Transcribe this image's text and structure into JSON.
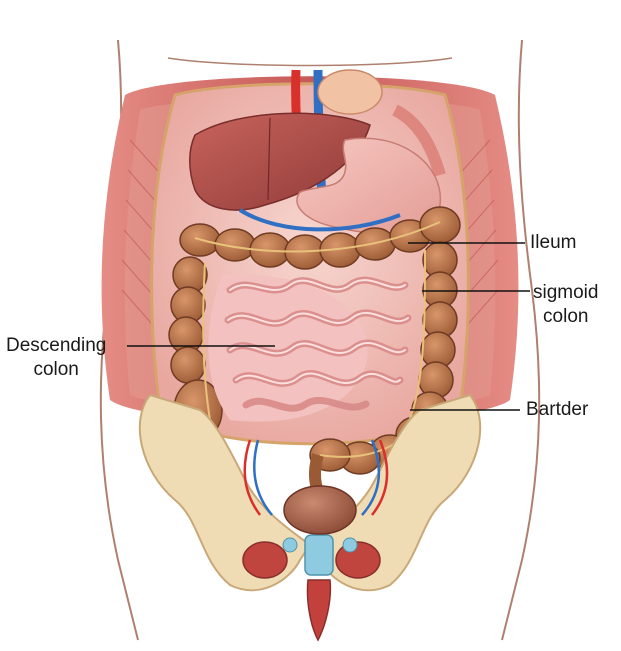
{
  "diagram": {
    "labels": {
      "ileum": {
        "lines": [
          "Ileum"
        ]
      },
      "sigmoid_colon": {
        "lines": [
          "sigmoid",
          "colon"
        ]
      },
      "descending_colon": {
        "lines": [
          "Descending",
          "colon"
        ]
      },
      "bartder": {
        "lines": [
          "Bartder"
        ]
      }
    }
  },
  "colors": {
    "muscle": "#d9706b",
    "liver": "#b5544f",
    "colon": "#b8754a",
    "small_intestine": "#f1b4b4",
    "bone": "#efdcb4",
    "artery": "#d9302b",
    "vein": "#2f6fc4",
    "bladder": "#a9614a"
  }
}
